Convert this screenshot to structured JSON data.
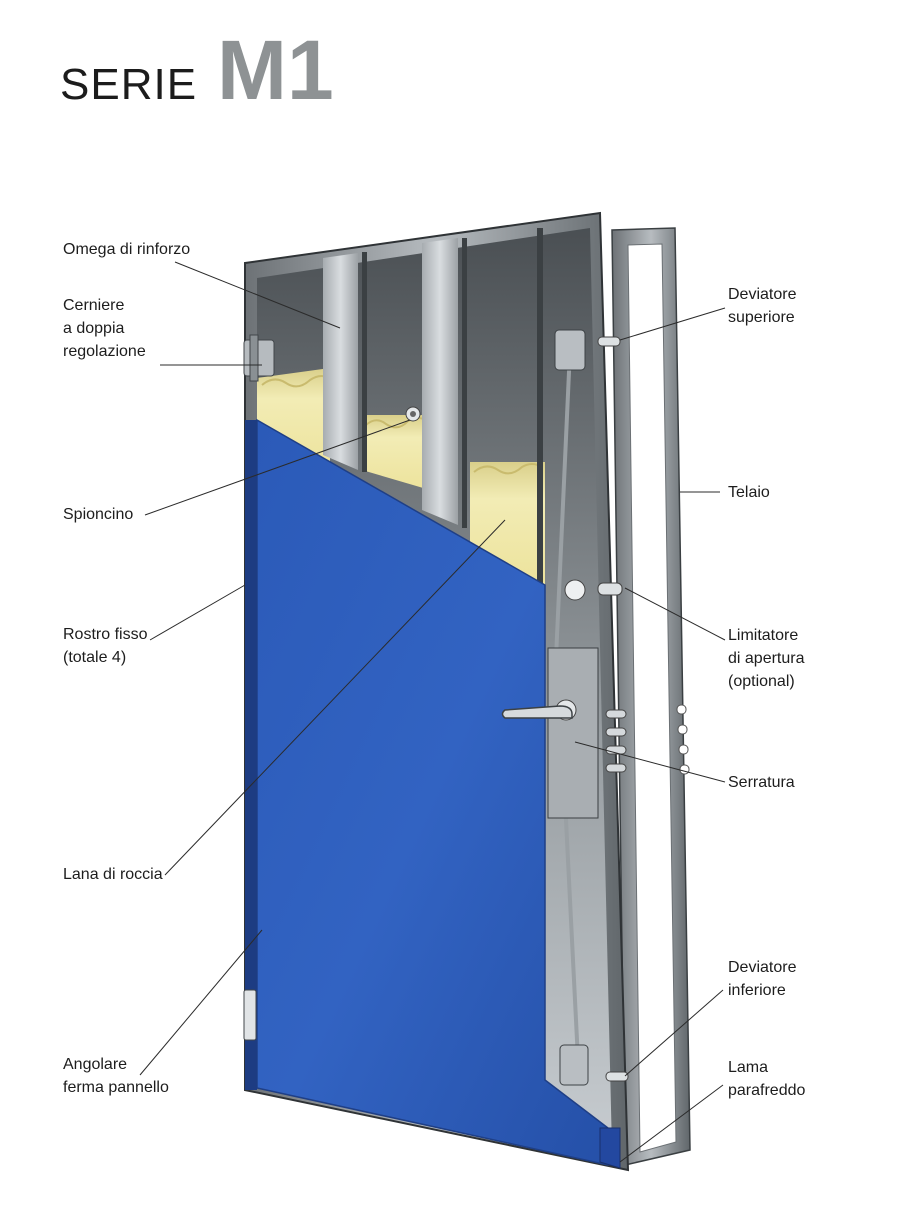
{
  "title": {
    "prefix": "SERIE",
    "model": "M1"
  },
  "colors": {
    "panel": "#2d59b6",
    "frame": "#8d9397",
    "insulation": "#efe7a6",
    "background": "#ffffff"
  },
  "labels": {
    "omega": "Omega di rinforzo",
    "cerniere": "Cerniere\na doppia\nregolazione",
    "spioncino": "Spioncino",
    "rostro": "Rostro fisso\n(totale 4)",
    "lana": "Lana di roccia",
    "angolare": "Angolare\nferma pannello",
    "deviatore_sup": "Deviatore\nsuperiore",
    "telaio": "Telaio",
    "limitatore": "Limitatore\ndi apertura\n(optional)",
    "serratura": "Serratura",
    "deviatore_inf": "Deviatore\ninferiore",
    "lama": "Lama\nparafreddo"
  }
}
